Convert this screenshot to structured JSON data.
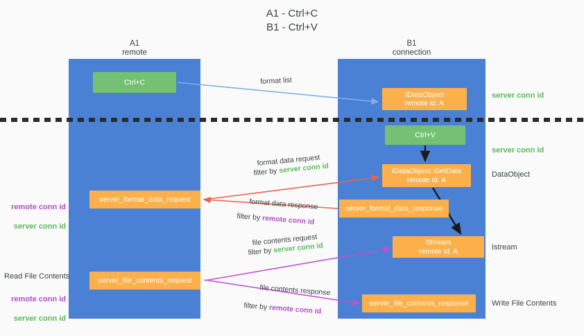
{
  "title": "A1 - Ctrl+C\nB1 - Ctrl+V",
  "columns": {
    "left": {
      "name": "A1",
      "role": "remote",
      "header": "A1\nremote"
    },
    "right": {
      "name": "B1",
      "role": "connection",
      "header": "B1\nconnection"
    }
  },
  "boxes": {
    "ctrl_c": {
      "label": "Ctrl+C",
      "color": "#74c174",
      "lane": "A1"
    },
    "idataobject": {
      "label": "IDataObject\nremote id: A",
      "color": "#fbb04b",
      "lane": "B1"
    },
    "ctrl_v": {
      "label": "Ctrl+V",
      "color": "#74c174",
      "lane": "B1"
    },
    "idataobject_getdata": {
      "label": "IDataObject::GetData\nremote id: A",
      "color": "#fbb04b",
      "lane": "B1"
    },
    "server_format_data_request": {
      "label": "server_format_data_request",
      "color": "#fbb04b",
      "lane": "A1"
    },
    "server_format_data_response": {
      "label": "server_format_data_response",
      "color": "#fbb04b",
      "lane": "B1"
    },
    "istream": {
      "label": "IStream\nremote id: A",
      "color": "#fbb04b",
      "lane": "B1"
    },
    "server_file_contents_request": {
      "label": "server_file_contents_request",
      "color": "#fbb04b",
      "lane": "A1"
    },
    "server_file_contents_response": {
      "label": "server_file_contents_response",
      "color": "#fbb04b",
      "lane": "B1"
    }
  },
  "edges": {
    "format_list": {
      "label": "format list",
      "color": "#7bb0e8"
    },
    "format_data_request": {
      "label": "format data request",
      "color": "#e8634f"
    },
    "format_data_request_filter": {
      "prefix": "filter by ",
      "key": "server conn id",
      "key_color": "#5cb85c"
    },
    "format_data_response": {
      "label": "format data response",
      "color": "#e8634f"
    },
    "format_data_response_filter": {
      "prefix": "filter by ",
      "key": "remote conn id",
      "key_color": "#b14fc8"
    },
    "file_contents_request": {
      "label": "file contents request",
      "color": "#c44fd4"
    },
    "file_contents_request_filter": {
      "prefix": "filter by ",
      "key": "server conn id",
      "key_color": "#5cb85c"
    },
    "file_contents_response": {
      "label": "file contents response",
      "color": "#c44fd4"
    },
    "file_contents_response_filter": {
      "prefix": "filter by ",
      "key": "remote conn id",
      "key_color": "#b14fc8"
    }
  },
  "annotations": {
    "right": {
      "server_conn_id_1": "server conn id",
      "server_conn_id_2": "server conn id",
      "dataobject": "DataObject",
      "istream": "Istream",
      "write_file_contents": "Write File Contents"
    },
    "left": {
      "remote_conn_id_1": "remote conn id",
      "server_conn_id_1": "server conn id",
      "read_file_contents": "Read File Contents",
      "remote_conn_id_2": "remote conn id",
      "server_conn_id_2": "server conn id"
    }
  },
  "colors": {
    "lane": "#4a81d4",
    "green_box": "#74c174",
    "orange_box": "#fbb04b",
    "green_text": "#5cb85c",
    "purple_text": "#b14fc8",
    "red_arrow": "#e8634f",
    "magenta_arrow": "#c44fd4",
    "blue_arrow": "#7bb0e8",
    "black_arrow": "#1a1a1a",
    "background": "#fafafa",
    "dashed_line": "#2b2b2b"
  }
}
